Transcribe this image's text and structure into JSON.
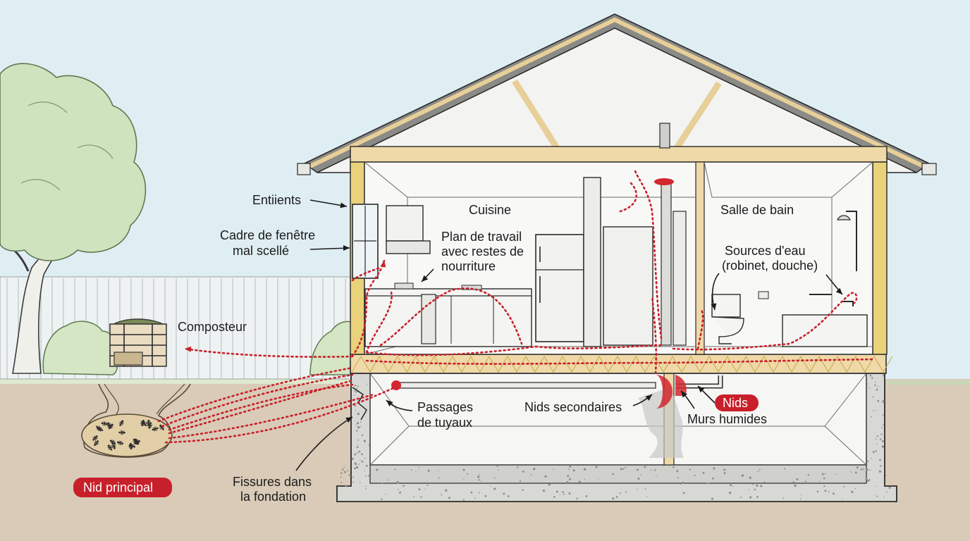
{
  "labels": {
    "entients": "Entiients",
    "window_frame_line1": "Cadre de fenêtre",
    "window_frame_line2": "mal scellé",
    "kitchen": "Cuisine",
    "counter_line1": "Plan de travail",
    "counter_line2": "avec restes de",
    "counter_line3": "nourriture",
    "bathroom": "Salle de bain",
    "water_line1": "Sources d'eau",
    "water_line2": "(robinet, douche)",
    "composter": "Composteur",
    "pipes_line1": "Passages",
    "pipes_line2": "de tuyaux",
    "secondary_nests": "Nids secondaires",
    "nests_badge": "Nids",
    "damp_walls": "Murs humides",
    "main_nest_badge": "Nid principal",
    "foundation_line1": "Fissures dans",
    "foundation_line2": "la fondation"
  },
  "colors": {
    "sky": "#dfeef3",
    "ground": "#d9cbb8",
    "trail": "#c8202a",
    "badge": "#c8202a",
    "wood": "#efd9a8",
    "insulation": "#e9d27a",
    "tree": "#cfe3bf"
  }
}
